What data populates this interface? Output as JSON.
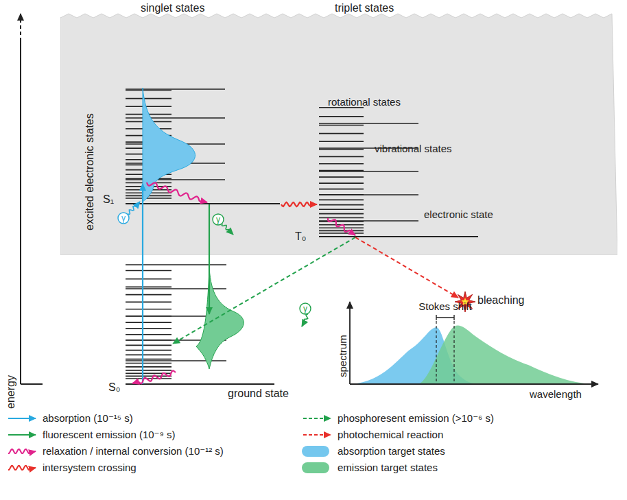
{
  "diagram": {
    "nodes": [
      {
        "text": [
          "excited electronic states"
        ]
      },
      {
        "text": [
          "bleaching"
        ]
      }
    ],
    "labels": [
      "singlet states",
      "triplet states",
      "energy",
      "S₁",
      "rotational states",
      "vibrational states",
      "electronic state",
      "T₀",
      "S₀",
      "ground state",
      "γ",
      "γ",
      "γ",
      "Stokes shift",
      "spectrum",
      "wavelength"
    ],
    "legend": [
      {
        "text": "absorption (10⁻¹⁵ s)"
      },
      {
        "text": "fluorescent emission (10⁻⁹ s)"
      },
      {
        "text": "relaxation / internal conversion (10⁻¹² s)"
      },
      {
        "text": "intersystem crossing"
      },
      {
        "text": "phosphoresent emission (>10⁻⁶ s)"
      },
      {
        "text": "photochemical reaction"
      },
      {
        "text": "absorption target states",
        "color": "#74c7ee"
      },
      {
        "text": "emission target states",
        "color": "#72cc94"
      }
    ]
  }
}
